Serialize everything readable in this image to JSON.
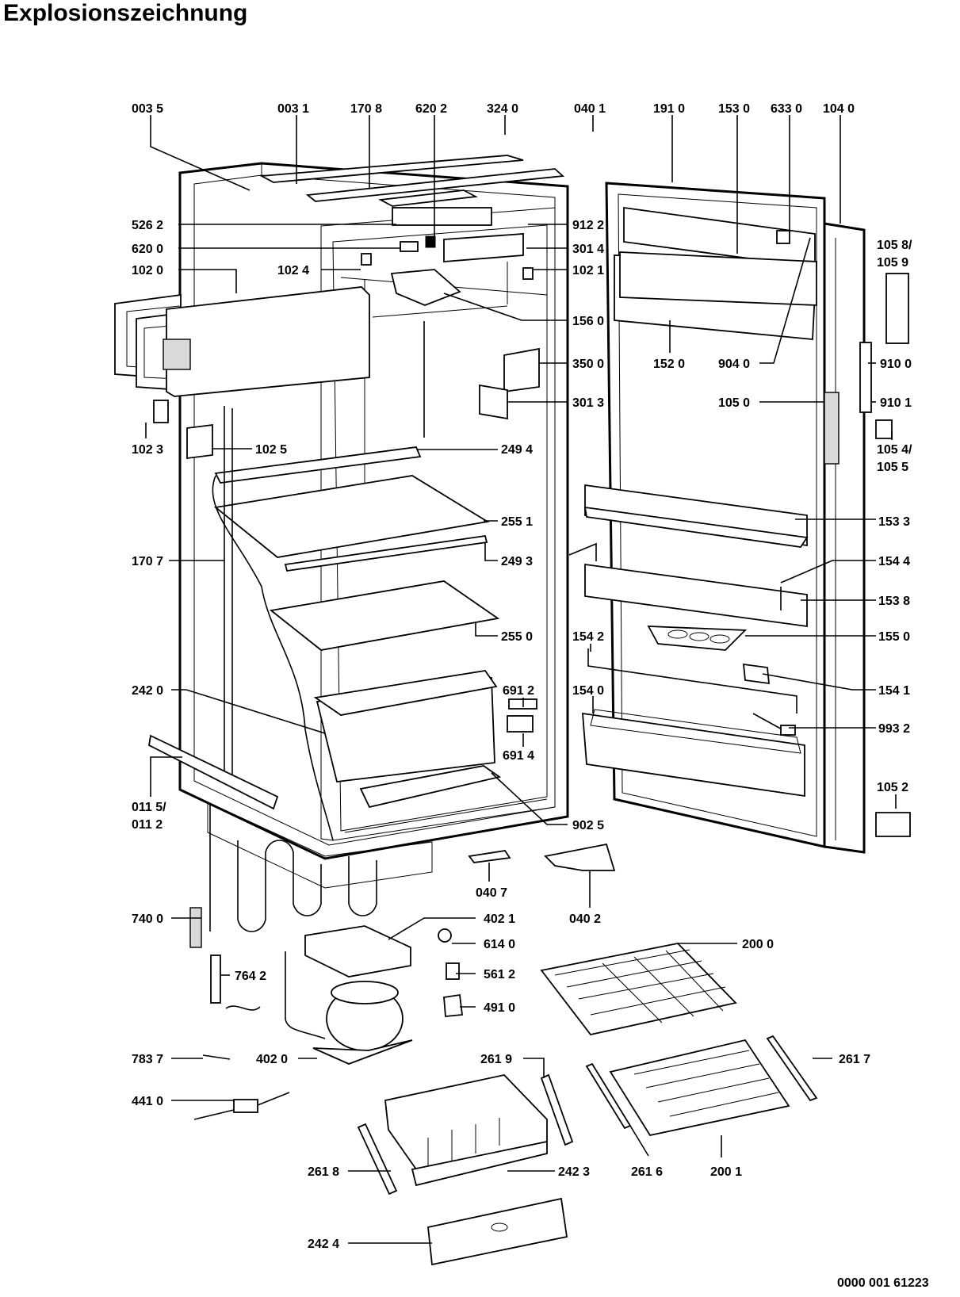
{
  "title": "Explosionszeichnung",
  "document_number": "0000 001 61223",
  "labels": {
    "l0035": "003 5",
    "l0031": "003 1",
    "l1708": "170 8",
    "l6202": "620 2",
    "l3240": "324 0",
    "l0401": "040 1",
    "l1910": "191 0",
    "l1530": "153 0",
    "l6330": "633 0",
    "l1040": "104 0",
    "l5262": "526 2",
    "l9122": "912 2",
    "l6200": "620 0",
    "l3014": "301 4",
    "l1058a": "105 8/",
    "l1059": "105 9",
    "l1020": "102 0",
    "l1024": "102 4",
    "l1021": "102 1",
    "l1560": "156 0",
    "l1520": "152 0",
    "l9040": "904 0",
    "l9100": "910 0",
    "l3500": "350 0",
    "l3013": "301 3",
    "l1050": "105 0",
    "l9101": "910 1",
    "l1023": "102 3",
    "l1025": "102 5",
    "l2494": "249 4",
    "l1054a": "105 4/",
    "l1055": "105 5",
    "l2551": "255 1",
    "l1533": "153 3",
    "l1707": "170 7",
    "l2493": "249 3",
    "l1544": "154 4",
    "l1538": "153 8",
    "l2550": "255 0",
    "l1542": "154 2",
    "l1550": "155 0",
    "l2420": "242 0",
    "l6912": "691 2",
    "l1540": "154 0",
    "l1541": "154 1",
    "l9932": "993 2",
    "l6914": "691 4",
    "l0115a": "011 5/",
    "l0112": "011 2",
    "l1052": "105 2",
    "l9025": "902 5",
    "l0407": "040 7",
    "l0402": "040 2",
    "l7400": "740 0",
    "l4021": "402 1",
    "l6140": "614 0",
    "l2000": "200 0",
    "l7642": "764 2",
    "l5612": "561 2",
    "l4910": "491 0",
    "l7837": "783 7",
    "l4020": "402 0",
    "l2619": "261 9",
    "l2617": "261 7",
    "l4410": "441 0",
    "l2618": "261 8",
    "l2423": "242 3",
    "l2616": "261 6",
    "l2001": "200 1",
    "l2424": "242 4"
  }
}
